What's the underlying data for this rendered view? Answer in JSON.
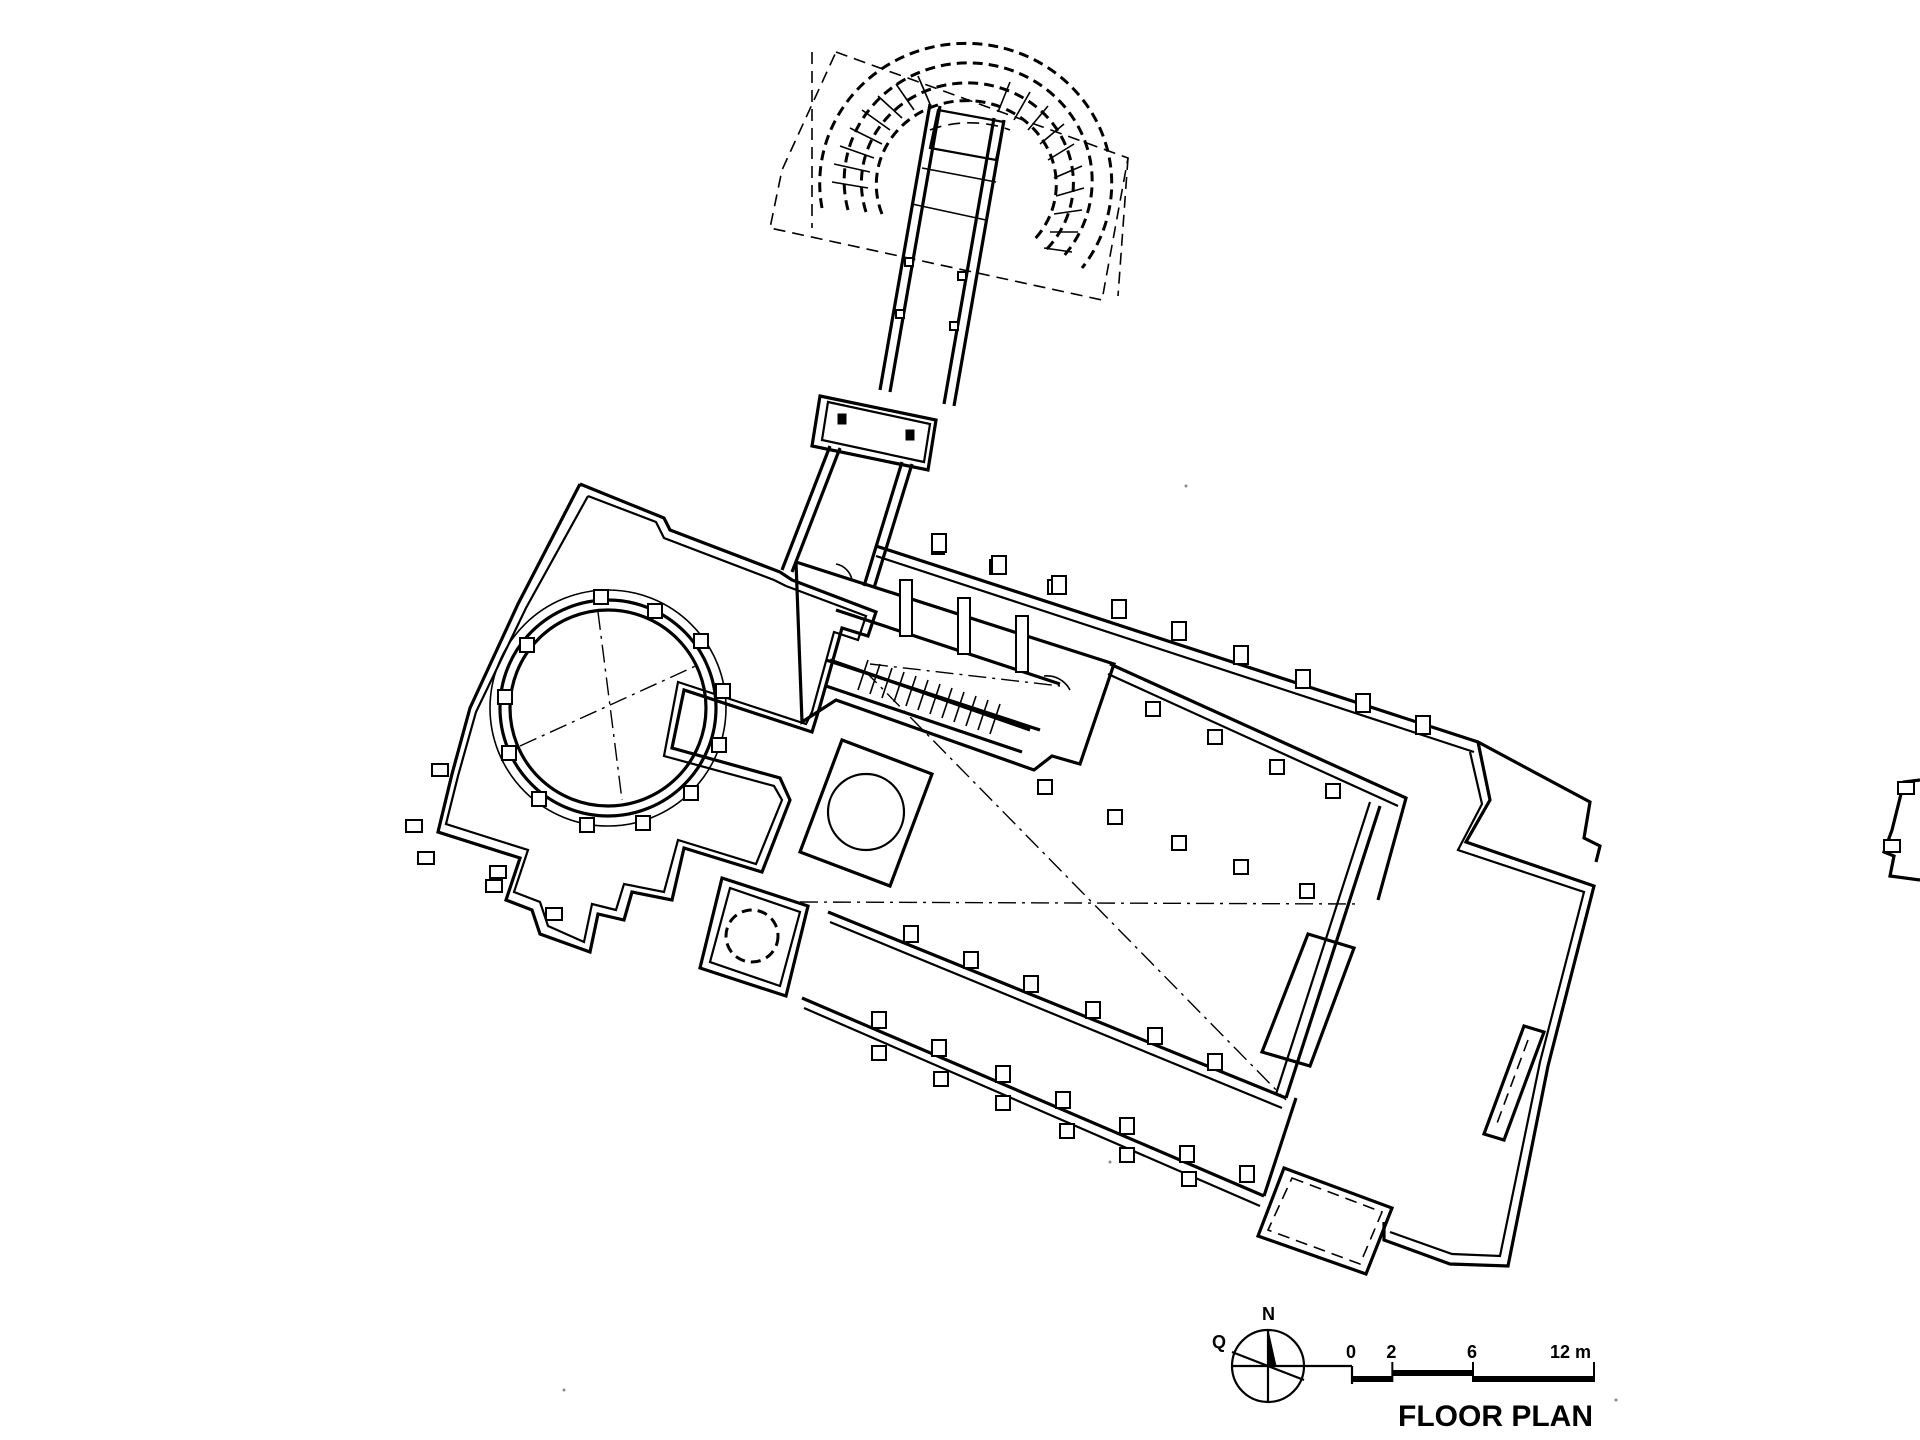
{
  "compass": {
    "north_label": "N",
    "west_label": "Q"
  },
  "scale_bar": {
    "ticks": [
      "0",
      "2",
      "6",
      "12 m"
    ],
    "values_m": [
      0,
      2,
      6,
      12
    ]
  },
  "title": "FLOOR PLAN"
}
